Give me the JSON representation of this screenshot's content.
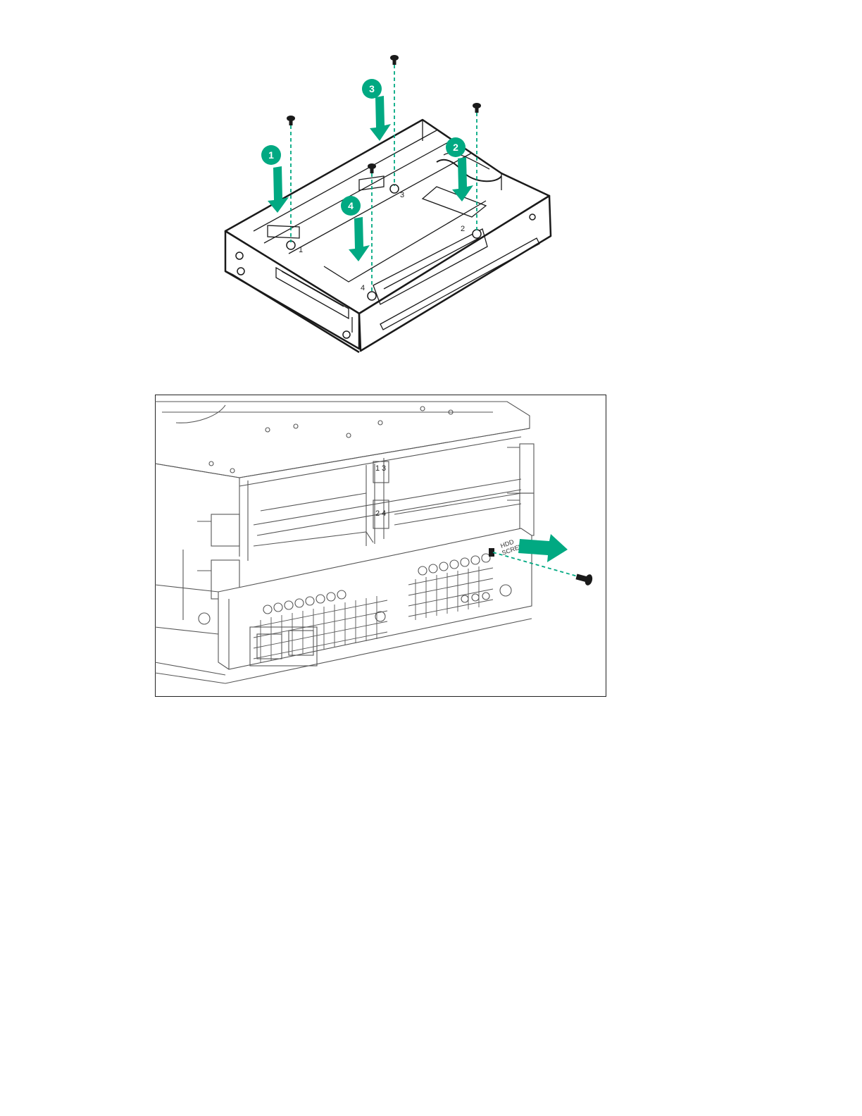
{
  "colors": {
    "accent": "#01a982",
    "line": "#1a1a1a",
    "frame": "#222222"
  },
  "figure1": {
    "callouts": [
      "1",
      "2",
      "3",
      "4"
    ],
    "hole_labels": [
      "1",
      "2",
      "3",
      "4"
    ]
  },
  "figure2": {
    "bay_labels": [
      "1",
      "3",
      "2",
      "4"
    ],
    "panel_text": [
      "HDD",
      "SCREW"
    ]
  }
}
